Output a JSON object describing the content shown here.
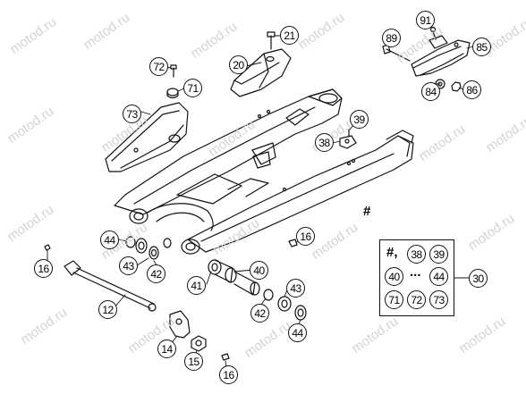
{
  "watermark": "motod.ru",
  "hash_symbol": "#",
  "kit_label": "#,",
  "ellipsis": "...",
  "callouts": [
    {
      "id": "c21",
      "label": "21"
    },
    {
      "id": "c20",
      "label": "20"
    },
    {
      "id": "c72",
      "label": "72"
    },
    {
      "id": "c71",
      "label": "71"
    },
    {
      "id": "c73",
      "label": "73"
    },
    {
      "id": "c91",
      "label": "91"
    },
    {
      "id": "c89",
      "label": "89"
    },
    {
      "id": "c85",
      "label": "85"
    },
    {
      "id": "c84",
      "label": "84"
    },
    {
      "id": "c86",
      "label": "86"
    },
    {
      "id": "c39",
      "label": "39"
    },
    {
      "id": "c38",
      "label": "38"
    },
    {
      "id": "c44a",
      "label": "44"
    },
    {
      "id": "c43a",
      "label": "43"
    },
    {
      "id": "c42a",
      "label": "42"
    },
    {
      "id": "c16a",
      "label": "16"
    },
    {
      "id": "c16b",
      "label": "16"
    },
    {
      "id": "c40",
      "label": "40"
    },
    {
      "id": "c41",
      "label": "41"
    },
    {
      "id": "c43b",
      "label": "43"
    },
    {
      "id": "c42b",
      "label": "42"
    },
    {
      "id": "c44b",
      "label": "44"
    },
    {
      "id": "c12",
      "label": "12"
    },
    {
      "id": "c14",
      "label": "14"
    },
    {
      "id": "c15",
      "label": "15"
    },
    {
      "id": "c16c",
      "label": "16"
    },
    {
      "id": "c30",
      "label": "30"
    }
  ],
  "kit_items": [
    {
      "id": "k38",
      "label": "38"
    },
    {
      "id": "k39",
      "label": "39"
    },
    {
      "id": "k40",
      "label": "40"
    },
    {
      "id": "k44",
      "label": "44"
    },
    {
      "id": "k71",
      "label": "71"
    },
    {
      "id": "k72",
      "label": "72"
    },
    {
      "id": "k73",
      "label": "73"
    }
  ]
}
